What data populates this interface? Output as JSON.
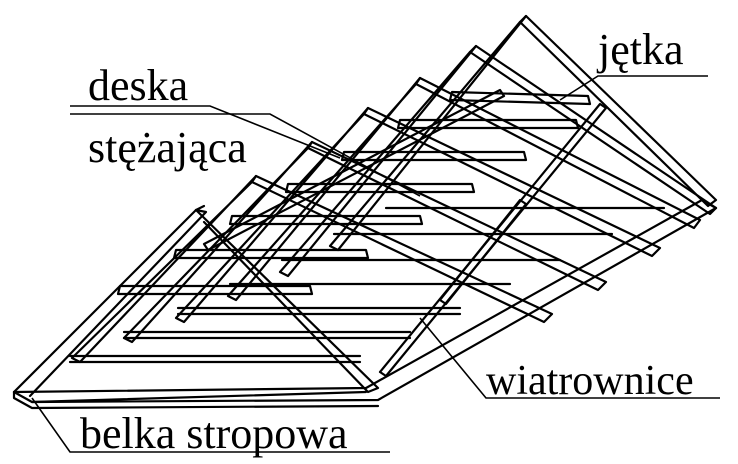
{
  "labels": {
    "deska": "deska",
    "stezajaca": "stężająca",
    "jetka": "jętka",
    "wiatrownice": "wiatrownice",
    "belka_stropowa": "belka stropowa"
  },
  "colors": {
    "ink": "#000000",
    "paper": "#ffffff"
  }
}
